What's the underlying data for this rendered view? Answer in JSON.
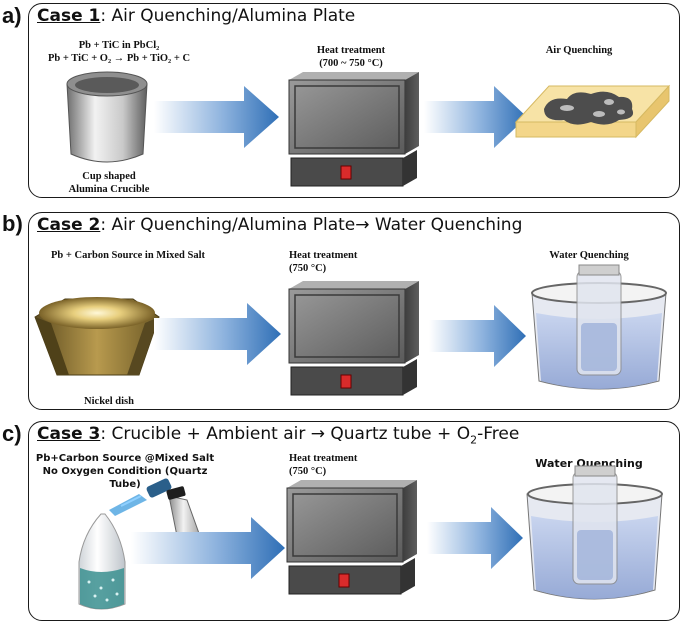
{
  "letters": [
    "a)",
    "b)",
    "c)"
  ],
  "case1": {
    "case_label": "Case 1",
    "title_rest": ": Air Quenching/Alumina Plate",
    "reaction_line1": "Pb + TiC in PbCl₂",
    "reaction_line2": "Pb + TiC + O₂ → Pb + TiO₂ + C",
    "heat_line1": "Heat treatment",
    "heat_line2": "(700 ~ 750 °C)",
    "quench": "Air Quenching",
    "vessel_line1": "Cup shaped",
    "vessel_line2": "Alumina Crucible"
  },
  "case2": {
    "case_label": "Case 2",
    "title_rest": ": Air Quenching/Alumina Plate→ Water Quenching",
    "reaction_line1": "Pb + Carbon Source in Mixed Salt",
    "heat_line1": "Heat treatment",
    "heat_line2": "(750 °C)",
    "quench": "Water Quenching",
    "vessel_line1": "Nickel dish"
  },
  "case3": {
    "case_label": "Case 3",
    "title_part1": ": Crucible + Ambient air → Quartz tube + O",
    "title_sub": "2",
    "title_part2": "-Free",
    "reaction_line1": "Pb+Carbon Source @Mixed Salt",
    "reaction_line2": "No Oxygen Condition (Quartz",
    "reaction_line3": "Tube)",
    "heat_line1": "Heat treatment",
    "heat_line2": "(750 °C)",
    "quench": "Water Quenching"
  },
  "colors": {
    "arrow": "#2f6fb6",
    "furnace": "#5a5a5a",
    "plate": "#f7e3a6",
    "water": "#a9b9dc",
    "nickel": "#b89a4e"
  }
}
